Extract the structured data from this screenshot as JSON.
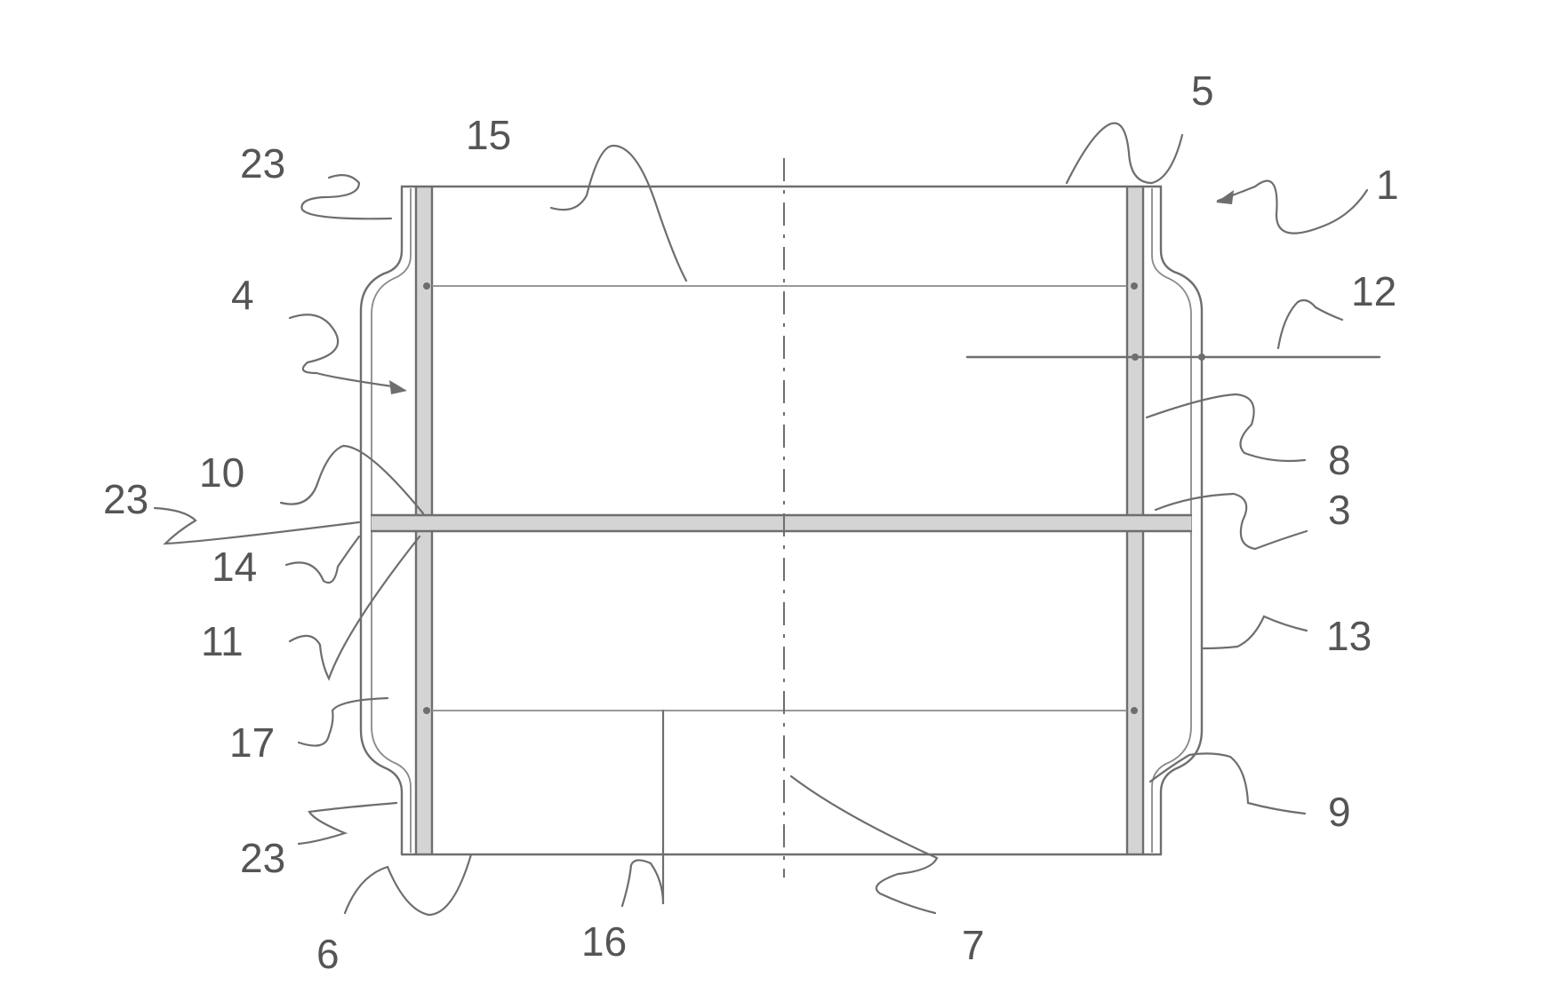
{
  "figure": {
    "reference_numerals": [
      {
        "id": "r1",
        "text": "1"
      },
      {
        "id": "r3",
        "text": "3"
      },
      {
        "id": "r4",
        "text": "4"
      },
      {
        "id": "r5",
        "text": "5"
      },
      {
        "id": "r6",
        "text": "6"
      },
      {
        "id": "r7",
        "text": "7"
      },
      {
        "id": "r8",
        "text": "8"
      },
      {
        "id": "r9",
        "text": "9"
      },
      {
        "id": "r10",
        "text": "10"
      },
      {
        "id": "r11",
        "text": "11"
      },
      {
        "id": "r12",
        "text": "12"
      },
      {
        "id": "r13",
        "text": "13"
      },
      {
        "id": "r14",
        "text": "14"
      },
      {
        "id": "r15",
        "text": "15"
      },
      {
        "id": "r16",
        "text": "16"
      },
      {
        "id": "r17",
        "text": "17"
      },
      {
        "id": "r23a",
        "text": "23"
      },
      {
        "id": "r23b",
        "text": "23"
      },
      {
        "id": "r23c",
        "text": "23"
      }
    ]
  }
}
